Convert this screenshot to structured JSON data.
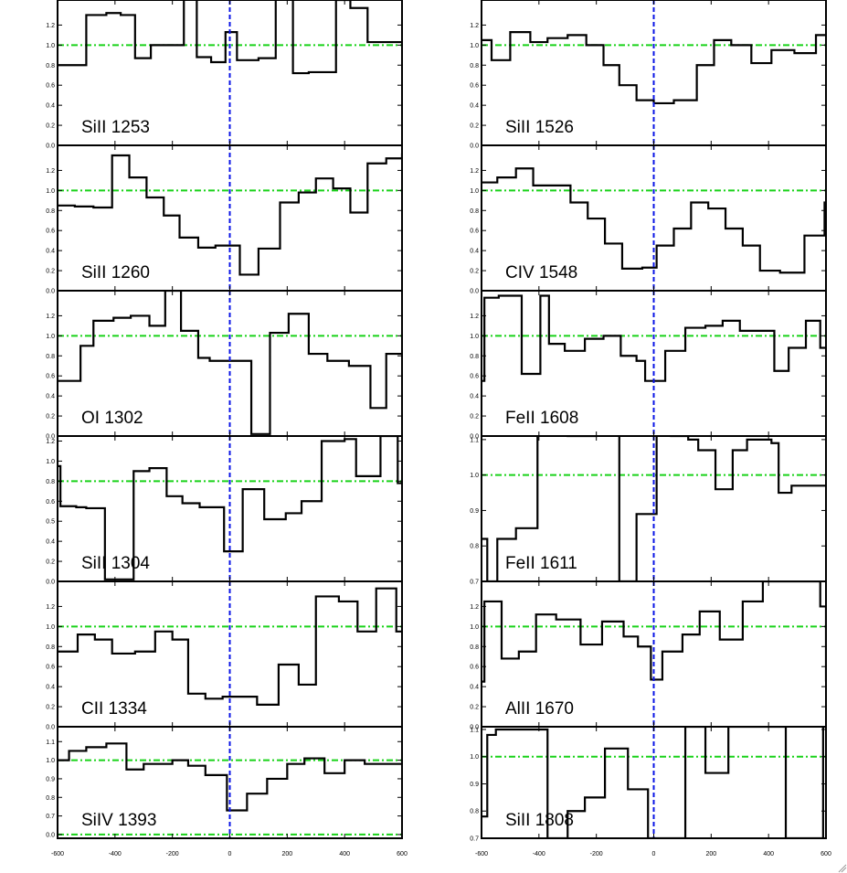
{
  "chart_data": {
    "type": "line",
    "step": true,
    "x_axis": {
      "ticks": [
        -600,
        -400,
        -200,
        0,
        200,
        400,
        600
      ],
      "tick_labels": [
        "-600",
        "-400",
        "-200",
        "0",
        "200",
        "400",
        "600"
      ],
      "range": [
        -600,
        600
      ]
    },
    "columns": [
      [
        {
          "title": "SiII 1253",
          "ylim": [
            0,
            1.45
          ],
          "yticks": [
            0.0,
            0.2,
            0.4,
            0.6,
            0.8,
            1.0,
            1.2
          ],
          "ytick_labels": [
            "0.0",
            "0.2",
            "0.4",
            "0.6",
            "0.8",
            "1.0",
            "1.2"
          ],
          "reference_y": [
            1.0,
            0.0
          ],
          "x": [
            -600,
            -540,
            -500,
            -430,
            -380,
            -330,
            -275,
            -215,
            -160,
            -115,
            -65,
            -15,
            25,
            100,
            160,
            220,
            275,
            370,
            420,
            480,
            560,
            600
          ],
          "y": [
            0.8,
            0.8,
            1.3,
            1.32,
            1.3,
            0.87,
            1.0,
            1.0,
            1.5,
            0.88,
            0.83,
            1.13,
            0.85,
            0.87,
            1.5,
            0.72,
            0.73,
            1.45,
            1.37,
            1.03,
            1.03,
            1.03
          ]
        },
        {
          "title": "SiII 1260",
          "ylim": [
            0,
            1.45
          ],
          "yticks": [
            0.0,
            0.2,
            0.4,
            0.6,
            0.8,
            1.0,
            1.2
          ],
          "ytick_labels": [
            "0.0",
            "0.2",
            "0.4",
            "0.6",
            "0.8",
            "1.0",
            "1.2"
          ],
          "reference_y": [
            1.0,
            0.0
          ],
          "x": [
            -600,
            -540,
            -475,
            -410,
            -350,
            -290,
            -230,
            -175,
            -110,
            -50,
            35,
            100,
            175,
            240,
            300,
            360,
            420,
            480,
            545,
            600
          ],
          "y": [
            0.85,
            0.84,
            0.83,
            1.35,
            1.13,
            0.93,
            0.75,
            0.53,
            0.43,
            0.45,
            0.16,
            0.42,
            0.88,
            0.98,
            1.12,
            1.02,
            0.78,
            1.27,
            1.32,
            1.37
          ]
        },
        {
          "title": "OI 1302",
          "ylim": [
            0,
            1.45
          ],
          "yticks": [
            0.0,
            0.2,
            0.4,
            0.6,
            0.8,
            1.0,
            1.2
          ],
          "ytick_labels": [
            "0.0",
            "0.2",
            "0.4",
            "0.6",
            "0.8",
            "1.0",
            "1.2"
          ],
          "reference_y": [
            1.0,
            0.0
          ],
          "x": [
            -600,
            -575,
            -520,
            -475,
            -405,
            -345,
            -280,
            -225,
            -170,
            -110,
            -70,
            75,
            140,
            205,
            275,
            340,
            415,
            490,
            545,
            600
          ],
          "y": [
            0.55,
            0.55,
            0.9,
            1.15,
            1.18,
            1.2,
            1.1,
            1.45,
            1.05,
            0.78,
            0.75,
            0.02,
            1.03,
            1.22,
            0.82,
            0.75,
            0.7,
            0.28,
            0.82,
            0.82
          ]
        },
        {
          "title": "SiII 1304",
          "ylim": [
            0,
            1.45
          ],
          "yticks": [
            0.0,
            0.2,
            0.4,
            0.6,
            0.8,
            1.0,
            1.2,
            1.4
          ],
          "ytick_labels": [
            "0.0",
            "0.2",
            "0.4",
            "0.5",
            "0.6",
            "0.8",
            "1.0",
            "1.2"
          ],
          "reference_y": [
            1.0,
            0.0
          ],
          "x": [
            -600,
            -590,
            -535,
            -500,
            -435,
            -380,
            -335,
            -280,
            -220,
            -165,
            -105,
            -20,
            45,
            120,
            195,
            250,
            320,
            400,
            440,
            525,
            585,
            600
          ],
          "y": [
            1.15,
            0.75,
            0.74,
            0.73,
            0.02,
            0.02,
            1.1,
            1.13,
            0.85,
            0.78,
            0.74,
            0.3,
            0.92,
            0.62,
            0.68,
            0.8,
            1.4,
            1.42,
            1.05,
            1.45,
            0.98,
            0.98
          ]
        },
        {
          "title": "CII 1334",
          "ylim": [
            0,
            1.45
          ],
          "yticks": [
            0.0,
            0.2,
            0.4,
            0.6,
            0.8,
            1.0,
            1.2
          ],
          "ytick_labels": [
            "0.0",
            "0.2",
            "0.4",
            "0.6",
            "0.8",
            "1.0",
            "1.2"
          ],
          "reference_y": [
            1.0,
            0.0
          ],
          "x": [
            -600,
            -530,
            -470,
            -410,
            -330,
            -260,
            -200,
            -145,
            -85,
            -25,
            30,
            95,
            170,
            240,
            300,
            380,
            445,
            510,
            580,
            600
          ],
          "y": [
            0.75,
            0.92,
            0.87,
            0.73,
            0.75,
            0.95,
            0.87,
            0.33,
            0.28,
            0.3,
            0.3,
            0.22,
            0.62,
            0.42,
            1.3,
            1.25,
            0.95,
            1.38,
            0.95,
            0.95
          ]
        },
        {
          "title": "SiIV 1393",
          "ylim": [
            0.58,
            1.18
          ],
          "yticks": [
            0.6,
            0.7,
            0.8,
            0.9,
            1.0,
            1.1
          ],
          "ytick_labels": [
            "0.0",
            "0.7",
            "0.8",
            "0.9",
            "1.0",
            "1.1"
          ],
          "reference_y": [
            1.0,
            0.6
          ],
          "x": [
            -600,
            -560,
            -500,
            -430,
            -360,
            -300,
            -200,
            -145,
            -85,
            -10,
            60,
            130,
            200,
            260,
            330,
            400,
            470,
            520,
            580,
            600
          ],
          "y": [
            1.0,
            1.05,
            1.07,
            1.09,
            0.95,
            0.98,
            1.0,
            0.97,
            0.92,
            0.73,
            0.82,
            0.9,
            0.98,
            1.01,
            0.93,
            1.0,
            0.98,
            0.98,
            0.98,
            0.98
          ]
        }
      ],
      [
        {
          "title": "SiII 1526",
          "ylim": [
            0,
            1.45
          ],
          "yticks": [
            0.0,
            0.2,
            0.4,
            0.6,
            0.8,
            1.0,
            1.2
          ],
          "ytick_labels": [
            "0.0",
            "0.2",
            "0.4",
            "0.6",
            "0.8",
            "1.0",
            "1.2"
          ],
          "reference_y": [
            1.0,
            0.0
          ],
          "x": [
            -600,
            -565,
            -500,
            -430,
            -370,
            -300,
            -235,
            -175,
            -120,
            -60,
            0,
            70,
            150,
            210,
            270,
            340,
            410,
            490,
            565,
            600
          ],
          "y": [
            1.05,
            0.85,
            1.13,
            1.03,
            1.07,
            1.1,
            1.0,
            0.8,
            0.6,
            0.45,
            0.42,
            0.45,
            0.8,
            1.05,
            1.0,
            0.82,
            0.95,
            0.92,
            1.1,
            1.1
          ]
        },
        {
          "title": "CIV 1548",
          "ylim": [
            0,
            1.45
          ],
          "yticks": [
            0.0,
            0.2,
            0.4,
            0.6,
            0.8,
            1.0,
            1.2
          ],
          "ytick_labels": [
            "0.0",
            "0.2",
            "0.4",
            "0.6",
            "0.8",
            "1.0",
            "1.2"
          ],
          "reference_y": [
            1.0,
            0.0
          ],
          "x": [
            -600,
            -545,
            -480,
            -420,
            -360,
            -290,
            -230,
            -170,
            -110,
            -40,
            10,
            70,
            130,
            190,
            250,
            310,
            370,
            440,
            525,
            595,
            600
          ],
          "y": [
            1.08,
            1.13,
            1.22,
            1.05,
            1.05,
            0.88,
            0.72,
            0.47,
            0.22,
            0.23,
            0.45,
            0.62,
            0.88,
            0.82,
            0.62,
            0.45,
            0.2,
            0.18,
            0.55,
            0.88,
            0.88
          ]
        },
        {
          "title": "FeII 1608",
          "ylim": [
            0,
            1.45
          ],
          "yticks": [
            0.0,
            0.2,
            0.4,
            0.6,
            0.8,
            1.0,
            1.2
          ],
          "ytick_labels": [
            "0.0",
            "0.2",
            "0.4",
            "0.6",
            "0.8",
            "1.0",
            "1.2"
          ],
          "reference_y": [
            1.0,
            0.0
          ],
          "x": [
            -600,
            -590,
            -540,
            -460,
            -395,
            -365,
            -310,
            -240,
            -175,
            -115,
            -60,
            -30,
            40,
            110,
            180,
            240,
            300,
            360,
            420,
            470,
            530,
            580,
            600
          ],
          "y": [
            0.55,
            1.38,
            1.4,
            0.62,
            1.4,
            0.92,
            0.85,
            0.97,
            1.0,
            0.8,
            0.75,
            0.55,
            0.85,
            1.08,
            1.1,
            1.15,
            1.05,
            1.05,
            0.65,
            0.88,
            1.15,
            0.88,
            0.88
          ]
        },
        {
          "title": "FeII 1611",
          "ylim": [
            0.7,
            1.11
          ],
          "yticks": [
            0.7,
            0.8,
            0.9,
            1.0,
            1.1
          ],
          "ytick_labels": [
            "0.7",
            "0.8",
            "0.9",
            "1.0",
            "1.1"
          ],
          "reference_y": [
            1.0,
            0.7
          ],
          "x": [
            -600,
            -580,
            -545,
            -480,
            -405,
            -300,
            -200,
            -120,
            -60,
            10,
            60,
            120,
            155,
            215,
            275,
            325,
            370,
            410,
            435,
            480,
            560,
            600
          ],
          "y": [
            0.82,
            0.7,
            0.82,
            0.85,
            1.12,
            1.11,
            1.12,
            0.7,
            0.89,
            1.12,
            1.11,
            1.1,
            1.07,
            0.96,
            1.07,
            1.1,
            1.1,
            1.09,
            0.95,
            0.97,
            0.97,
            0.97
          ]
        },
        {
          "title": "AlII 1670",
          "ylim": [
            0,
            1.45
          ],
          "yticks": [
            0.0,
            0.2,
            0.4,
            0.6,
            0.8,
            1.0,
            1.2
          ],
          "ytick_labels": [
            "0.0",
            "0.2",
            "0.4",
            "0.6",
            "0.8",
            "1.0",
            "1.2"
          ],
          "reference_y": [
            1.0,
            0.0
          ],
          "x": [
            -600,
            -590,
            -530,
            -470,
            -410,
            -340,
            -255,
            -180,
            -105,
            -55,
            -10,
            30,
            100,
            160,
            230,
            310,
            380,
            430,
            580,
            600
          ],
          "y": [
            0.45,
            1.25,
            0.68,
            0.75,
            1.12,
            1.07,
            0.82,
            1.05,
            0.9,
            0.8,
            0.47,
            0.75,
            0.92,
            1.15,
            0.87,
            1.25,
            1.45,
            1.45,
            1.2,
            0.45
          ]
        },
        {
          "title": "SiII 1808",
          "ylim": [
            0.7,
            1.11
          ],
          "yticks": [
            0.7,
            0.8,
            0.9,
            1.0,
            1.1
          ],
          "ytick_labels": [
            "0.7",
            "0.8",
            "0.9",
            "1.0",
            "1.1"
          ],
          "reference_y": [
            1.0,
            0.7
          ],
          "x": [
            -600,
            -580,
            -550,
            -370,
            -300,
            -240,
            -170,
            -90,
            -20,
            110,
            180,
            260,
            300,
            460,
            530,
            590,
            600
          ],
          "y": [
            0.78,
            1.08,
            1.1,
            0.7,
            0.8,
            0.85,
            1.03,
            0.88,
            0.7,
            1.11,
            0.94,
            1.11,
            1.11,
            0.7,
            0.7,
            1.11,
            1.11
          ]
        }
      ]
    ]
  }
}
